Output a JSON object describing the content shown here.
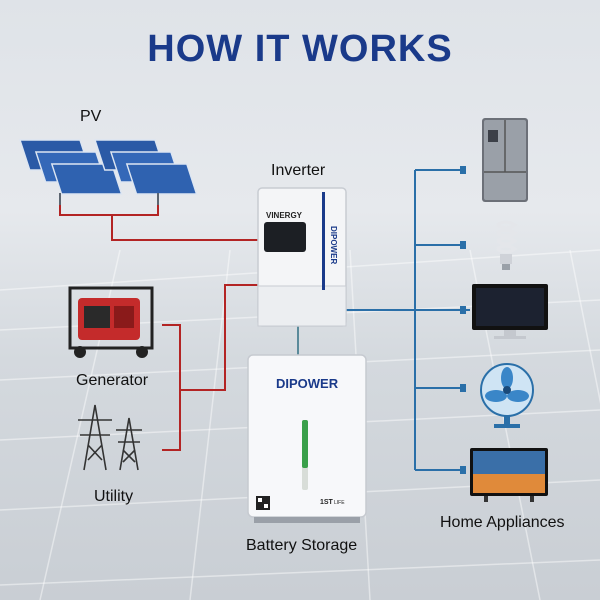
{
  "title": "HOW IT WORKS",
  "labels": {
    "pv": "PV",
    "inverter": "Inverter",
    "generator": "Generator",
    "utility": "Utility",
    "battery": "Battery Storage",
    "appliances": "Home Appliances"
  },
  "device_text": {
    "inverter_logo": "VINERGY",
    "inverter_brand": "DIPOWER",
    "battery_brand": "DIPOWER",
    "battery_model": "1ST",
    "battery_type": "LIFE"
  },
  "colors": {
    "title": "#1a3a8a",
    "ac_wire": "#b32424",
    "dc_wire": "#5a8a9a",
    "load_wire": "#2a6fa8"
  },
  "icons": [
    "solar-panel-icon",
    "inverter-icon",
    "generator-icon",
    "pylon-icon",
    "battery-icon",
    "fridge-icon",
    "bulb-icon",
    "monitor-icon",
    "fan-icon",
    "tv-icon"
  ]
}
